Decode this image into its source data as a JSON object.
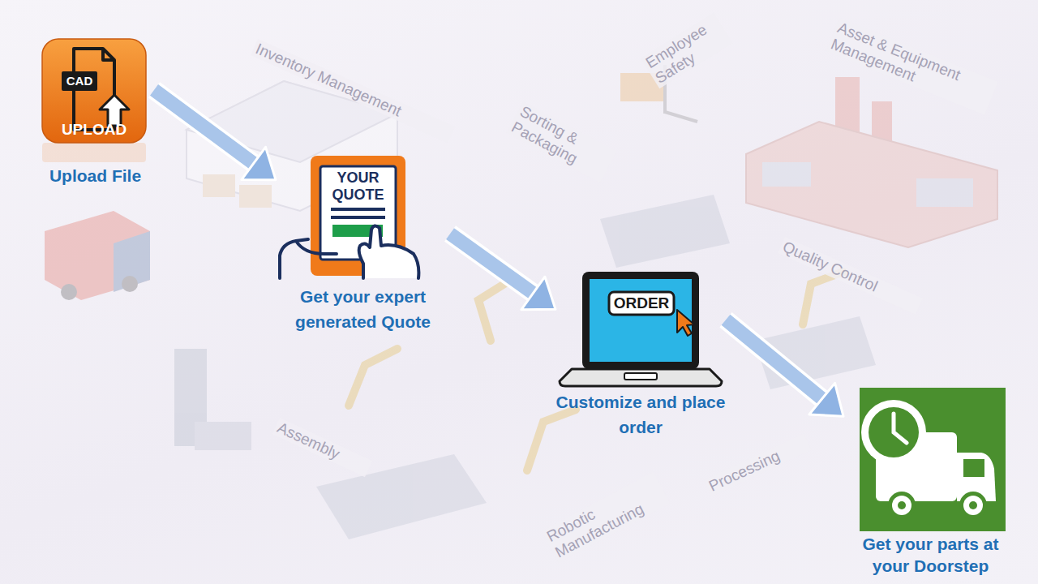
{
  "diagram": {
    "nodes": [
      {
        "text": [
          "CAD",
          "UPLOAD",
          "Upload File"
        ]
      },
      {
        "text": [
          "YOUR QUOTE",
          "Get your expert generated Quote"
        ]
      },
      {
        "text": [
          "ORDER",
          "Customize and place order"
        ]
      },
      {
        "text": [
          "Get your parts at your Doorstep"
        ]
      }
    ],
    "edges": [
      {
        "from": 0,
        "to": 1,
        "arrow": "to"
      },
      {
        "from": 1,
        "to": 2,
        "arrow": "to"
      },
      {
        "from": 2,
        "to": 3,
        "arrow": "to"
      }
    ],
    "labels": [
      "Inventory Management",
      "Employee Safety",
      "Sorting & Packaging",
      "Asset & Equipment Management",
      "Quality Control",
      "Assembly",
      "Robotic Manufacturing",
      "Processing"
    ]
  }
}
